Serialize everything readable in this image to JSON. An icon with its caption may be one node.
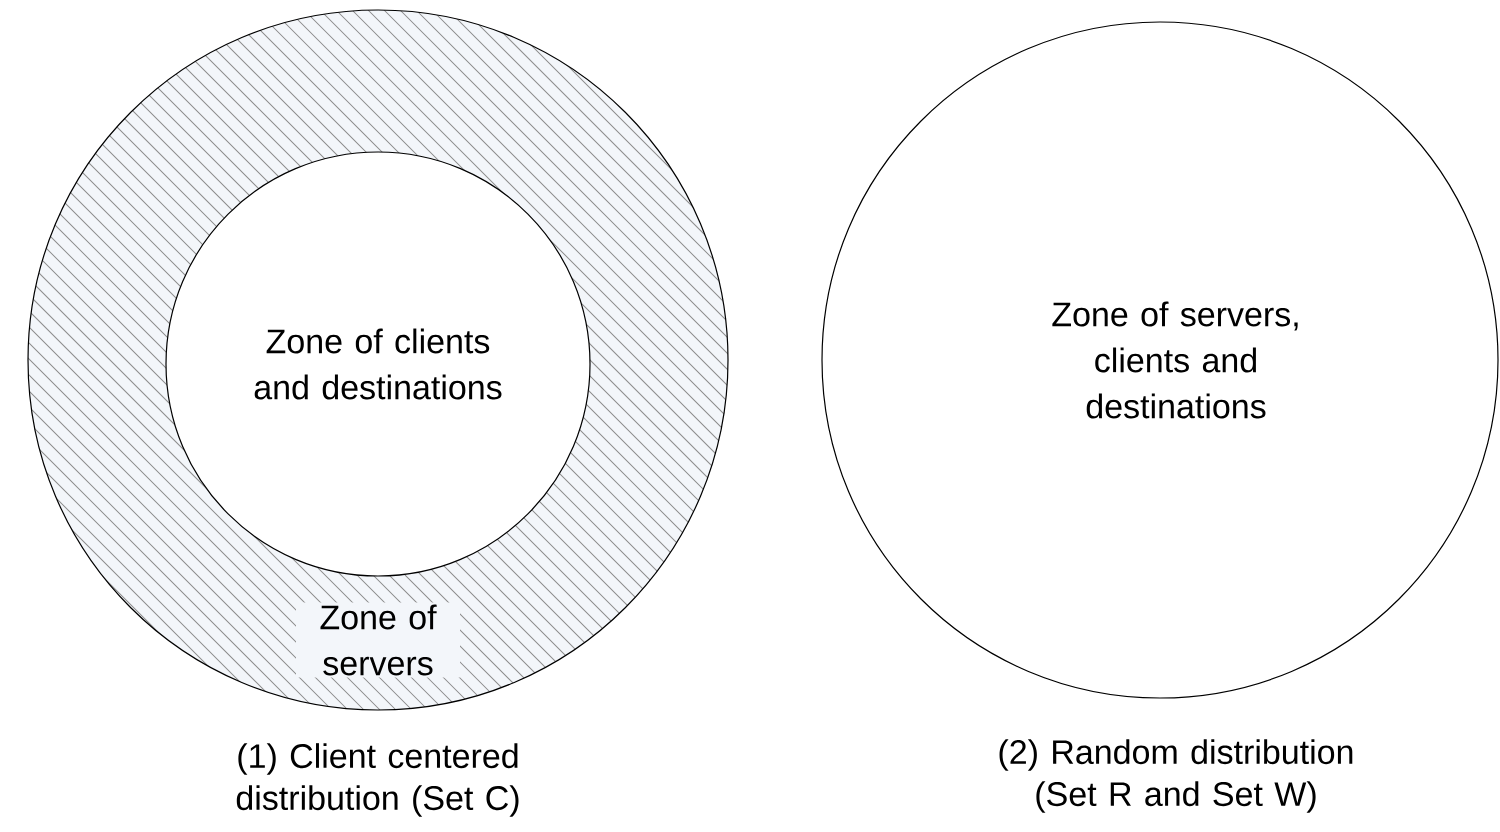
{
  "diagram": {
    "nodes": [
      {
        "text": [
          "Zone of servers"
        ],
        "beside": [
          "(1) Client centered distribution (Set C)"
        ]
      },
      {
        "text": [
          "Zone of clients and destinations"
        ],
        "in": 0
      },
      {
        "text": [
          "Zone of servers, clients and destinations"
        ],
        "beside": [
          "(2) Random distribution (Set R and Set W)"
        ]
      }
    ]
  }
}
